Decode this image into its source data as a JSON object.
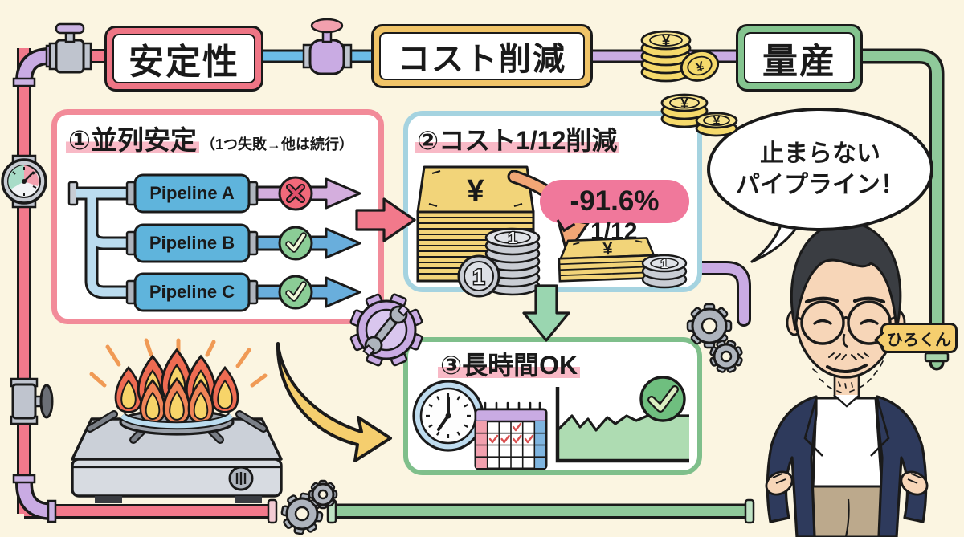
{
  "colors": {
    "background": "#FBF5E1",
    "pipe_pink": "#F2798B",
    "pipe_blue": "#6CBCE8",
    "pipe_purple": "#C9ABE3",
    "pipe_green": "#8FC99A",
    "panel1_border": "#F28B99",
    "panel2_border": "#A5D3E0",
    "panel3_border": "#7FBF8B",
    "plaque_stability": "#EE7585",
    "plaque_cost": "#F0C468",
    "plaque_mass": "#84C48F",
    "highlight_pink": "#F8B9C6",
    "badge_pink": "#F0789B",
    "coin_gold": "#F5D96B",
    "coin_silver": "#C9CDD4",
    "success_green": "#8BCD96",
    "fail_red": "#F2697A"
  },
  "top_plaques": [
    {
      "label": "安定性"
    },
    {
      "label": "コスト削減"
    },
    {
      "label": "量産"
    }
  ],
  "panel1": {
    "title": "①並列安定",
    "subtitle": "（1つ失敗→他は続行）",
    "pipelines": [
      {
        "label": "Pipeline A",
        "status": "fail"
      },
      {
        "label": "Pipeline B",
        "status": "ok"
      },
      {
        "label": "Pipeline C",
        "status": "ok"
      }
    ]
  },
  "panel2": {
    "title": "②コスト1/12削減",
    "discount_badge": "-91.6%",
    "fraction_label": "1/12"
  },
  "panel3": {
    "title": "③長時間OK"
  },
  "speech_bubble": {
    "line1": "止まらない",
    "line2": "パイプライン！"
  },
  "name_tag": "ひろくん",
  "currency": {
    "yen": "¥",
    "coin_one": "1"
  }
}
